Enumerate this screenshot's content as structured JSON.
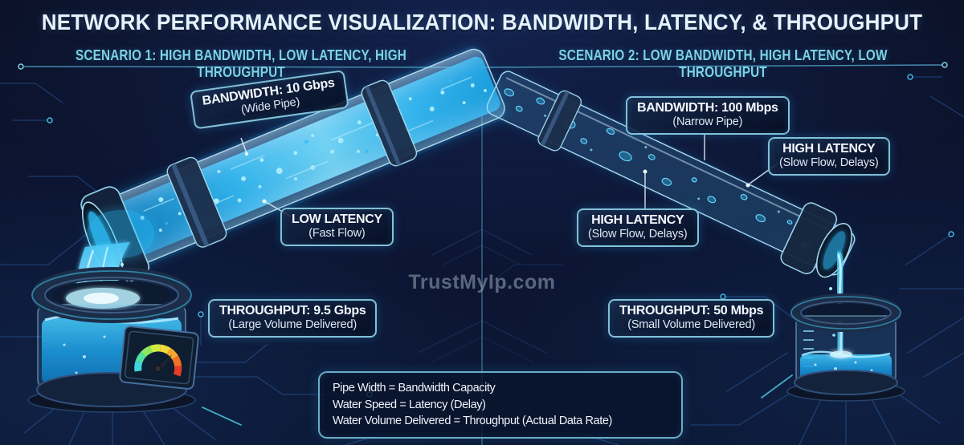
{
  "title": "NETWORK PERFORMANCE VISUALIZATION: BANDWIDTH, LATENCY, & THROUGHPUT",
  "watermark": "TrustMyIp.com",
  "scenarios": {
    "s1": {
      "header": "SCENARIO 1: HIGH BANDWIDTH, LOW LATENCY, HIGH THROUGHPUT",
      "bandwidth": {
        "line1": "BANDWIDTH: 10 Gbps",
        "line2": "(Wide Pipe)"
      },
      "latency": {
        "line1": "LOW LATENCY",
        "line2": "(Fast Flow)"
      },
      "throughput": {
        "line1": "THROUGHPUT: 9.5 Gbps",
        "line2": "(Large Volume Delivered)"
      }
    },
    "s2": {
      "header": "SCENARIO 2: LOW BANDWIDTH, HIGH LATENCY, LOW THROUGHPUT",
      "bandwidth": {
        "line1": "BANDWIDTH: 100 Mbps",
        "line2": "(Narrow Pipe)"
      },
      "latency_upper": {
        "line1": "HIGH LATENCY",
        "line2": "(Slow Flow, Delays)"
      },
      "latency_lower": {
        "line1": "HIGH LATENCY",
        "line2": "(Slow Flow, Delays)"
      },
      "throughput": {
        "line1": "THROUGHPUT: 50 Mbps",
        "line2": "(Small Volume Delivered)"
      }
    }
  },
  "legend": {
    "line1": "Pipe Width = Bandwidth Capacity",
    "line2": "Water Speed = Latency (Delay)",
    "line3": "Water Volume Delivered = Throughput (Actual Data Rate)"
  },
  "colors": {
    "background": "#0c1533",
    "accent_cyan": "#56d9f6",
    "water_glow": "#35c5ff",
    "header_text": "#7cd2e8",
    "title_text": "#e6f2fe",
    "circuit_trace": "#2a5aa0"
  }
}
